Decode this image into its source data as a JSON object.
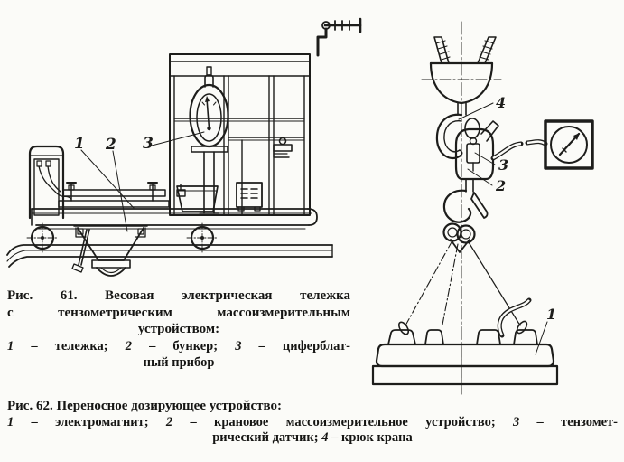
{
  "colors": {
    "ink": "#1d1d1b",
    "paper": "#fbfbf8"
  },
  "fig61": {
    "part_labels": {
      "n1": "1",
      "n2": "2",
      "n3": "3"
    },
    "caption": {
      "line1": "Рис. 61. Весовая электрическая тележка",
      "line2": "с тензометрическим массоизмерительным",
      "line3": "устройством:",
      "leg_n1": "1",
      "leg_t1": " – тележка; ",
      "leg_n2": "2",
      "leg_t2": " – бункер; ",
      "leg_n3": "3",
      "leg_t3": " – циферблат-",
      "leg_tail": "ный прибор"
    }
  },
  "fig62": {
    "part_labels": {
      "n1": "1",
      "n2": "2",
      "n3": "3",
      "n4": "4"
    },
    "caption": {
      "line1": "Рис. 62. Переносное дозирующее устройство:",
      "leg_n1": "1",
      "leg_t1": " – электромагнит; ",
      "leg_n2": "2",
      "leg_t2": " – крановое массоизмерительное устройство; ",
      "leg_n3": "3",
      "leg_t3": " – тензомет-",
      "leg_tail_pre": "рический датчик; ",
      "leg_n4": "4",
      "leg_t4": " – крюк крана"
    }
  }
}
